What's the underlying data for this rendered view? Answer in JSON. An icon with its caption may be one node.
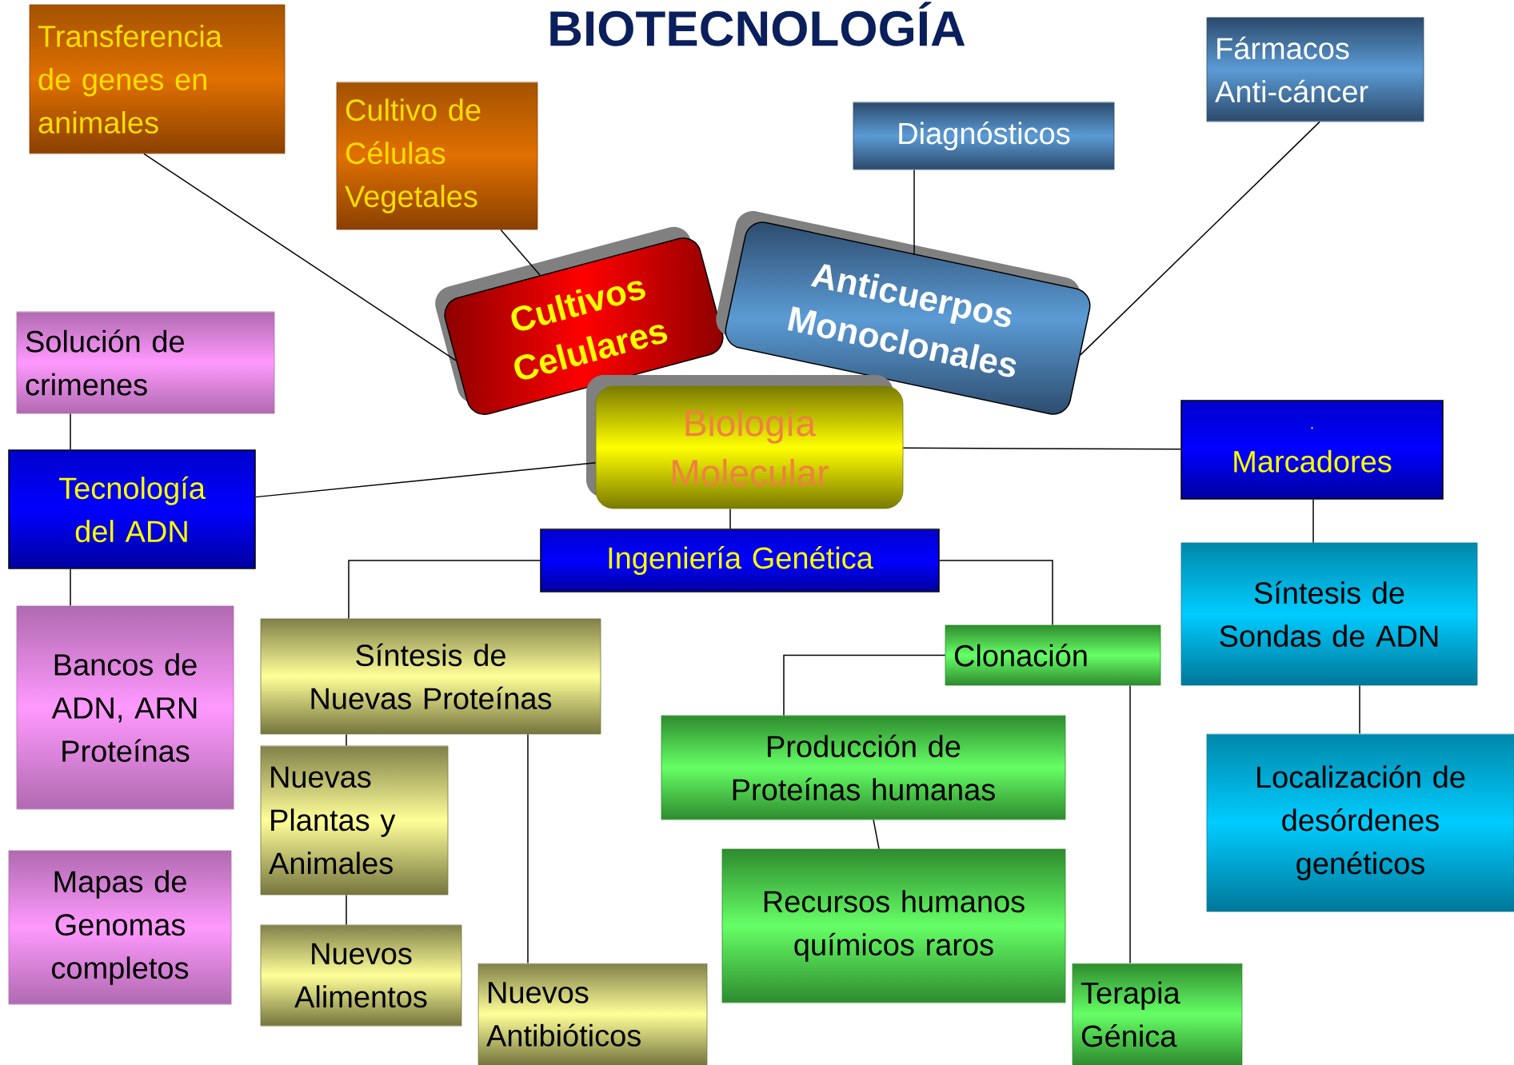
{
  "diagram": {
    "title": "BIOTECNOLOGÍA",
    "nodes": [
      {
        "text": [
          "Transferencia de genes en animales"
        ]
      },
      {
        "text": [
          "Cultivo de Células Vegetales"
        ]
      },
      {
        "text": [
          "Diagnósticos"
        ]
      },
      {
        "text": [
          "Fármacos Anti-cáncer"
        ]
      },
      {
        "text": [
          "Cultivos Celulares"
        ]
      },
      {
        "text": [
          "Anticuerpos Monoclonales"
        ]
      },
      {
        "text": [
          "Biología Molecular"
        ]
      },
      {
        "text": [
          "Solución de crimenes"
        ]
      },
      {
        "text": [
          "Tecnología del ADN"
        ]
      },
      {
        "text": [
          ".",
          "Marcadores"
        ]
      },
      {
        "text": [
          "Ingeniería Genética"
        ]
      },
      {
        "text": [
          "Bancos  de ADN, ARN Proteínas"
        ]
      },
      {
        "text": [
          "Síntesis de Nuevas Proteínas"
        ]
      },
      {
        "text": [
          "Clonación"
        ]
      },
      {
        "text": [
          "Síntesis de Sondas de ADN"
        ]
      },
      {
        "text": [
          "Nuevas Plantas y Animales"
        ]
      },
      {
        "text": [
          "Producción  de Proteínas humanas"
        ]
      },
      {
        "text": [
          "Localización de desórdenes genéticos"
        ]
      },
      {
        "text": [
          "Mapas de Genomas completos"
        ]
      },
      {
        "text": [
          "Nuevos Alimentos"
        ]
      },
      {
        "text": [
          "Recursos humanos químicos raros"
        ]
      },
      {
        "text": [
          "Nuevos Antibióticos"
        ]
      },
      {
        "text": [
          "Terapia Génica"
        ]
      }
    ],
    "edges": [
      {
        "from": 0,
        "to": 4,
        "arrow": "none"
      },
      {
        "from": 1,
        "to": 4,
        "arrow": "none"
      },
      {
        "from": 2,
        "to": 5,
        "arrow": "none"
      },
      {
        "from": 3,
        "to": 5,
        "arrow": "none"
      },
      {
        "from": 6,
        "to": 8,
        "arrow": "none"
      },
      {
        "from": 6,
        "to": 9,
        "arrow": "none"
      },
      {
        "from": 6,
        "to": 10,
        "arrow": "none"
      },
      {
        "from": 7,
        "to": 8,
        "arrow": "none"
      },
      {
        "from": 8,
        "to": 11,
        "arrow": "none"
      },
      {
        "from": 10,
        "to": 12,
        "arrow": "none"
      },
      {
        "from": 10,
        "to": 13,
        "arrow": "none"
      },
      {
        "from": 9,
        "to": 14,
        "arrow": "none"
      },
      {
        "from": 14,
        "to": 17,
        "arrow": "none"
      },
      {
        "from": 12,
        "to": 15,
        "arrow": "none"
      },
      {
        "from": 15,
        "to": 19,
        "arrow": "none"
      },
      {
        "from": 12,
        "to": 21,
        "arrow": "none"
      },
      {
        "from": 13,
        "to": 16,
        "arrow": "none"
      },
      {
        "from": 16,
        "to": 20,
        "arrow": "none"
      },
      {
        "from": 13,
        "to": 22,
        "arrow": "none"
      }
    ]
  }
}
